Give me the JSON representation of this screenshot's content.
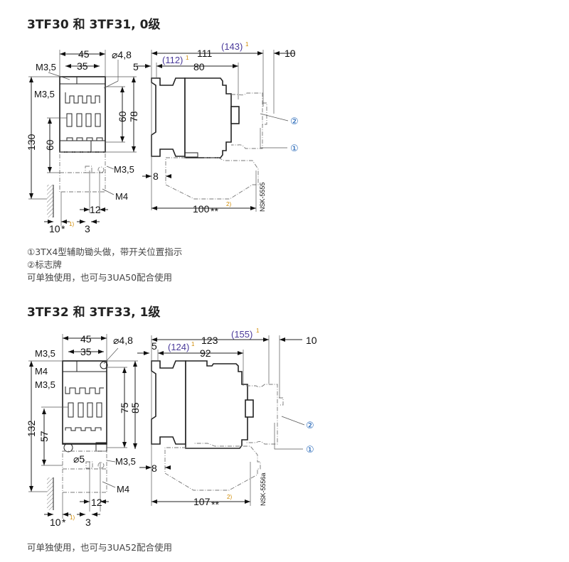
{
  "section1": {
    "title": "3TF30 和 3TF31, 0级",
    "front": {
      "w45": "45",
      "w35": "35",
      "hole": "⌀4,8",
      "m35_top": "M3,5",
      "m35_mid": "M3,5",
      "h130": "130",
      "h60_left": "60",
      "h60": "60",
      "h78": "78",
      "m35_bottom": "M3,5",
      "m4": "M4",
      "d12": "12",
      "d10": "10",
      "d3": "3",
      "star": "*",
      "sup1": "1)"
    },
    "side": {
      "w111": "111",
      "w143": "(143)",
      "w112": "(112)",
      "sup": "1",
      "w80": "80",
      "w5": "5",
      "w10": "10",
      "d8": "8",
      "w100": "100",
      "stars": "**",
      "sup2": "2)",
      "drawing_no": "NSK-5555",
      "c1": "①",
      "c2": "②"
    },
    "notes": [
      "①3TX4型辅助锄头做，带开关位置指示",
      "②标志牌",
      "可单独使用，也可与3UA50配合使用"
    ]
  },
  "section2": {
    "title": "3TF32 和 3TF33, 1级",
    "front": {
      "w45": "45",
      "w35": "35",
      "hole": "⌀4,8",
      "m35_top": "M3,5",
      "m4_top": "M4",
      "m35_mid": "M3,5",
      "h132": "132",
      "h57": "57",
      "h75": "75",
      "h85": "85",
      "hole5": "⌀5",
      "m35_bottom": "M3,5",
      "m4": "M4",
      "d12": "12",
      "d10": "10",
      "d3": "3",
      "star": "*",
      "sup1": "1)"
    },
    "side": {
      "w123": "123",
      "w155": "(155)",
      "w124": "(124)",
      "sup": "1",
      "w92": "92",
      "w5": "5",
      "w10": "10",
      "d8": "8",
      "w107": "107",
      "stars": "**",
      "sup2": "2)",
      "drawing_no": "NSK-5556a",
      "c1": "①",
      "c2": "②"
    },
    "notes": [
      "可单独使用，也可与3UA52配合使用"
    ]
  }
}
